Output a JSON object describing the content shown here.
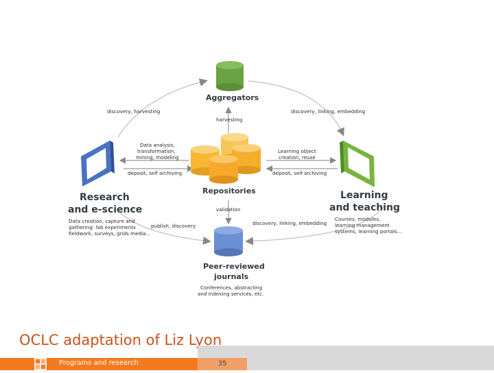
{
  "nodes": {
    "aggregators": "Aggregators",
    "repositories": "Repositories",
    "research_line1": "Research",
    "research_line2": "and e-science",
    "learning_line1": "Learning",
    "learning_line2": "and teaching",
    "journals_line1": "Peer-reviewed",
    "journals_line2": "journals"
  },
  "edge_labels": {
    "top_left": "discovery, harvesting",
    "top_right": "discovery, linking, embedding",
    "harvesting": "harvesting",
    "data_analysis_1": "Data analysis,",
    "data_analysis_2": "transformation,",
    "data_analysis_3": "mining, modeling",
    "deposit_left": "deposit, self archiving",
    "learning_object_1": "Learning object",
    "learning_object_2": "creation, reuse",
    "deposit_right": "deposit, self archiving",
    "validation": "validation",
    "publish_1": "publish, discovery",
    "bottom_right": "discovery, linking, embedding"
  },
  "descriptions": {
    "research_1": "Data creation, capture and",
    "research_2": "gathering: lab experiments",
    "research_3": "fieldwork, surveys, grids media...",
    "learning_1": "Courses, modules,",
    "learning_2": "learning management",
    "learning_3": "systems, learning portals...",
    "journals_1": "Conferences, abstracting",
    "journals_2": "and indexing services, etc."
  },
  "caption": "OCLC adaptation of Liz Lyon",
  "footer": {
    "text": "Programs and research",
    "page": "35"
  },
  "colors": {
    "aggregators": "#6aa244",
    "repositories": "#f7b733",
    "research": "#4a72c4",
    "learning": "#77b53f",
    "journals": "#6b8fd4",
    "caption": "#c8531a",
    "footer_orange": "#f47a20"
  }
}
